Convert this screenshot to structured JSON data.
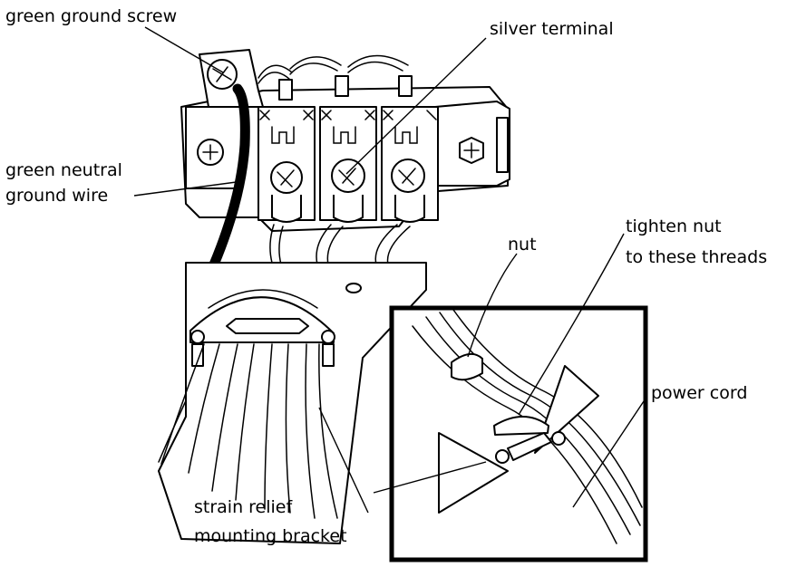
{
  "labels": {
    "green_ground_screw": "green ground screw",
    "silver_terminal": "silver terminal",
    "green_neutral_line1": "green neutral",
    "green_neutral_line2": "ground wire",
    "nut": "nut",
    "tighten_line1": "tighten nut",
    "tighten_line2": "to these threads",
    "power_cord": "power cord",
    "strain_line1": "strain relief",
    "strain_line2": "mounting bracket"
  },
  "colors": {
    "ink": "#000000",
    "paper": "#ffffff"
  }
}
